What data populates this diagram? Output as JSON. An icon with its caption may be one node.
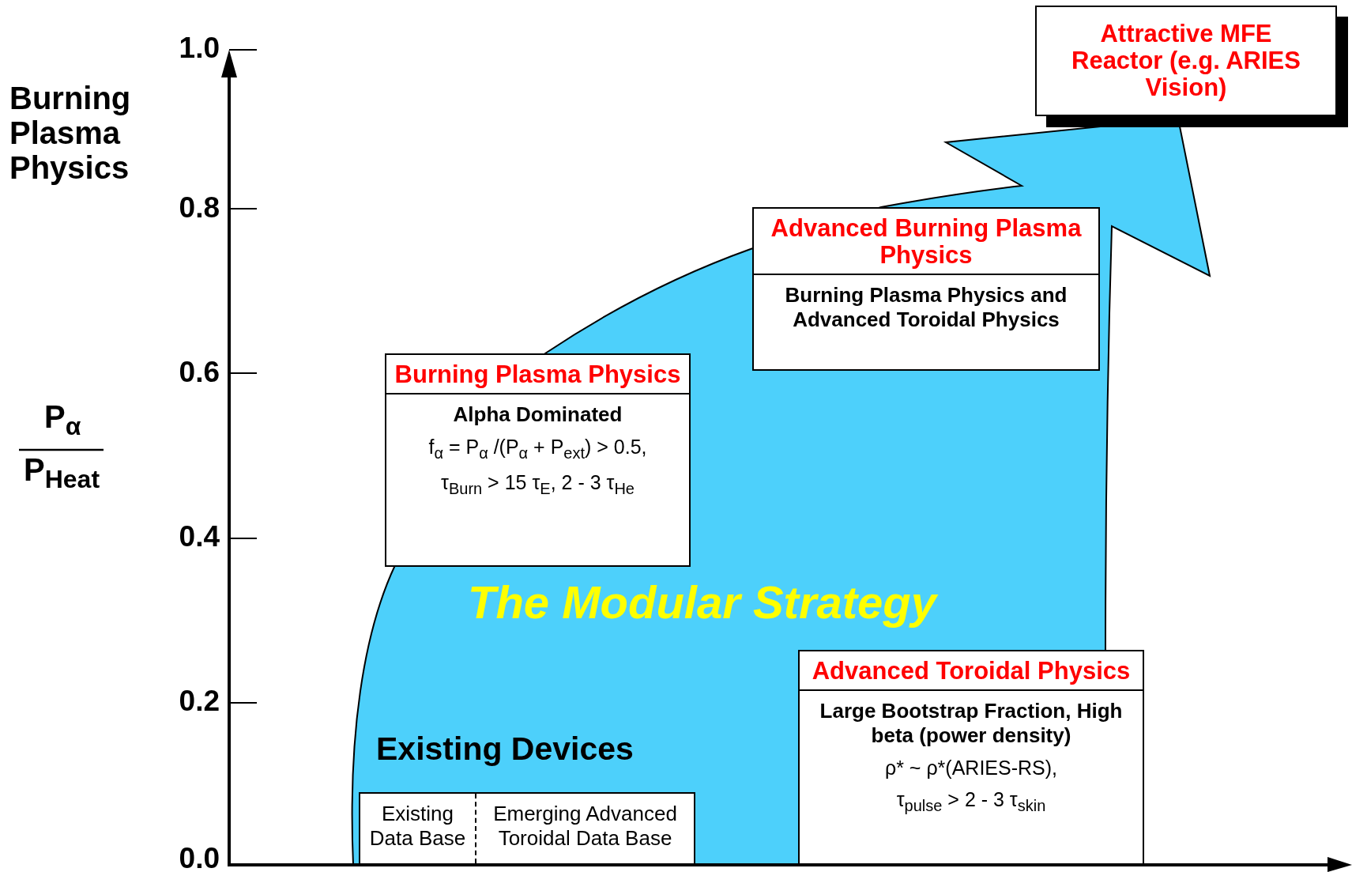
{
  "diagram": {
    "nodes": [
      {
        "text": [
          "Attractive MFE Reactor (e.g. ARIES Vision)"
        ]
      },
      {
        "text": [
          "Advanced Burning Plasma Physics",
          "Burning Plasma Physics and Advanced Toroidal Physics"
        ]
      },
      {
        "text": [
          "Burning  Plasma Physics",
          "Alpha Dominated",
          "f$_{α}$ = P$_{α}$ /(P$_{α}$ + P$_{ext}$) > 0.5,",
          "τ$_{Burn}$ > 15  τ$_{E}$,  2 - 3  τ$_{He}$"
        ]
      },
      {
        "text": [
          "Existing Devices",
          "Existing Data Base",
          "Emerging Advanced Toroidal Data Base"
        ]
      },
      {
        "text": [
          "Advanced Toroidal Physics",
          "Large Bootstrap Fraction, High beta (power density)",
          "ρ*  ~   ρ*(ARIES-RS),",
          "τ$_{pulse}$ > 2 - 3  τ$_{skin}$"
        ]
      }
    ],
    "labels": [
      "1.0",
      "Burning Plasma Physics",
      "0.8",
      "0.6",
      "P$_{α}$",
      "P$_{Heat}$",
      "0.4",
      "The Modular Strategy",
      "0.2",
      "0.0"
    ]
  }
}
